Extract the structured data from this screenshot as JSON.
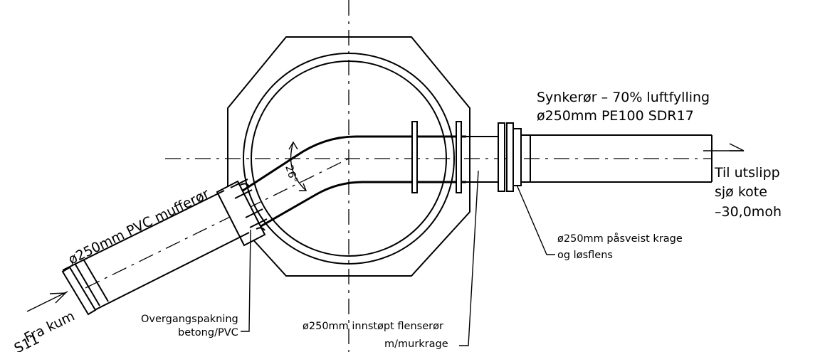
{
  "labels": {
    "synker_line1": "Synkerør – 70% luftfylling",
    "synker_line2": "ø250mm PE100 SDR17",
    "til_utslipp_1": "Til utslipp",
    "til_utslipp_2": "sjø kote",
    "til_utslipp_3": "–30,0moh",
    "mufferor": "ø250mm PVC mufferør",
    "fra_kum_1": "Fra kum",
    "fra_kum_2": "S11",
    "overgang_1": "Overgangspakning",
    "overgang_2": "betong/PVC",
    "innstopt_1": "ø250mm innstøpt flenserør",
    "innstopt_2": "m/murkrage",
    "pasveist_1": "ø250mm påsveist krage",
    "pasveist_2": "og løsflens",
    "angle": "26°"
  }
}
